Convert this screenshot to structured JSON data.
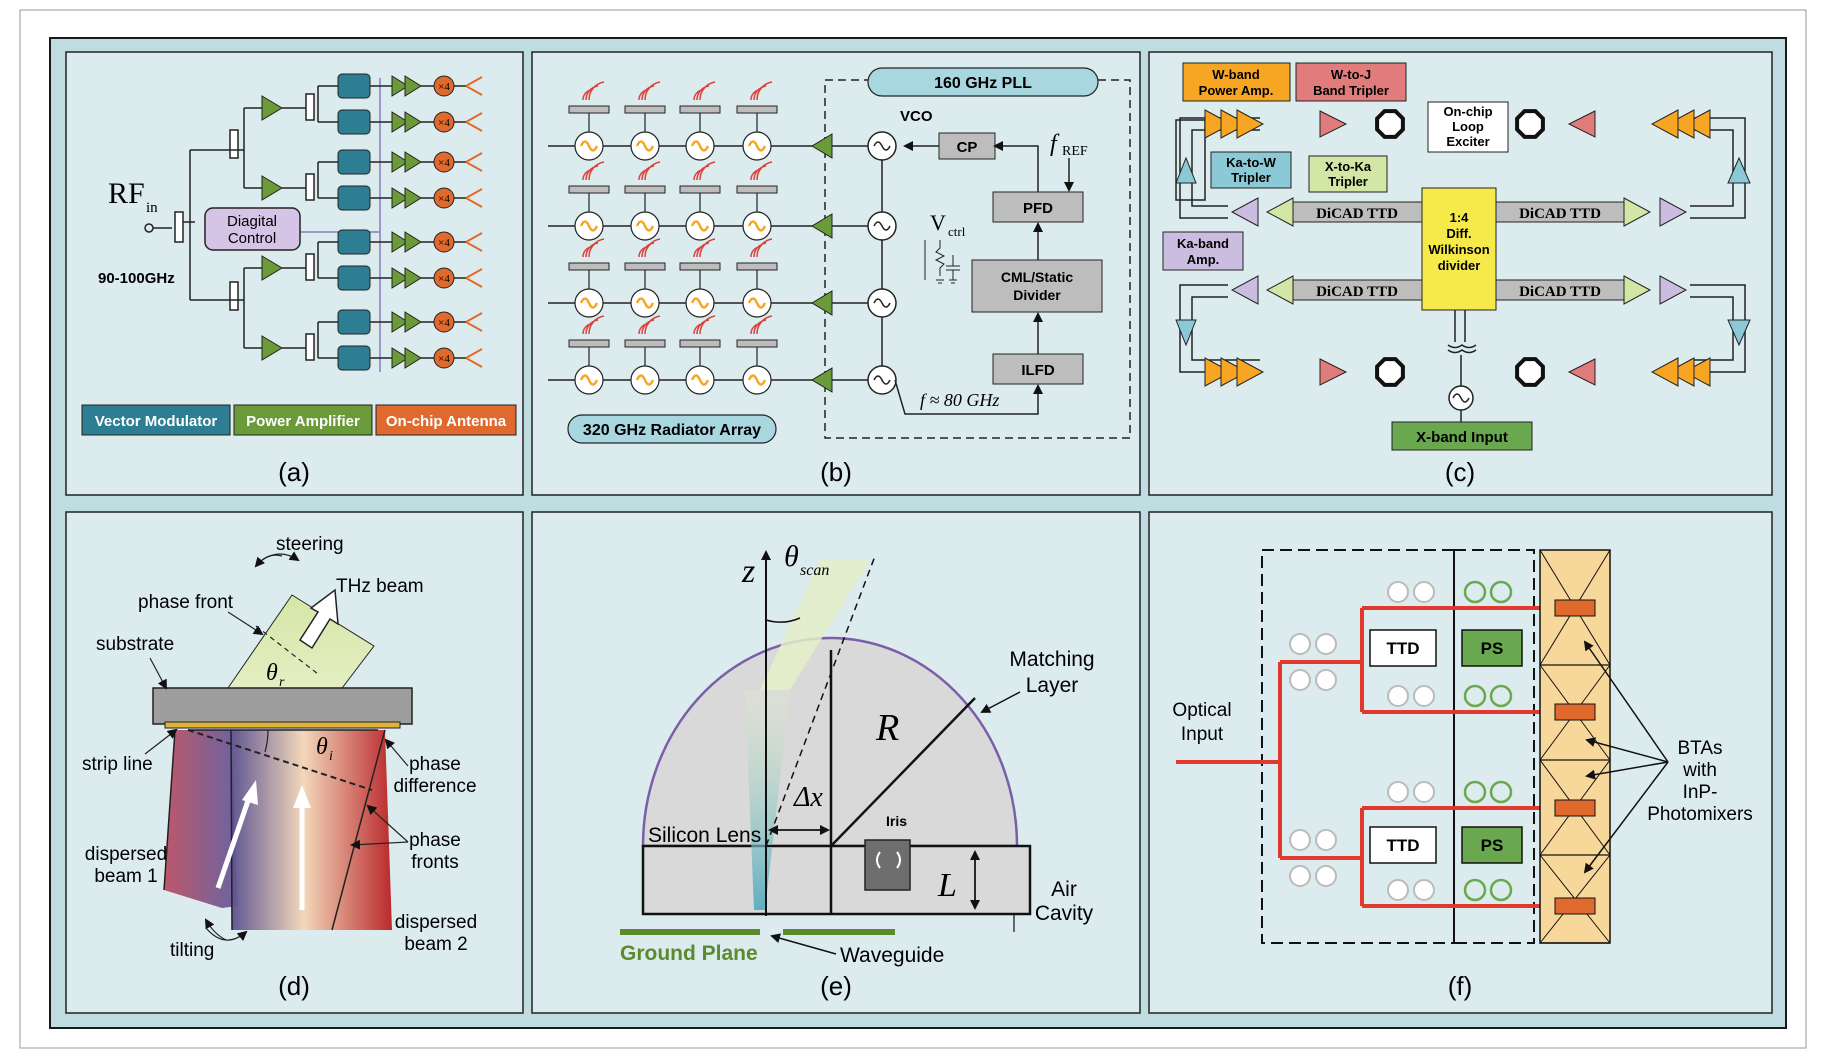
{
  "panels": {
    "a": {
      "caption": "(a)",
      "rf_in": "RF",
      "rf_sub": "in",
      "freq": "90-100GHz",
      "control": [
        "Diagital",
        "Control"
      ],
      "mult": "×4",
      "legend": [
        "Vector Modulator",
        "Power Amplifier",
        "On-chip Antenna"
      ]
    },
    "b": {
      "caption": "(b)",
      "pll": "160 GHz PLL",
      "vco": "VCO",
      "cp": "CP",
      "fref": "f",
      "fref_sub": "REF",
      "pfd": "PFD",
      "vctrl": "V",
      "vctrl_sub": "ctrl",
      "divider": [
        "CML/Static",
        "Divider"
      ],
      "ilfd": "ILFD",
      "f80": "f ≈ 80 GHz",
      "array": "320 GHz Radiator Array"
    },
    "c": {
      "caption": "(c)",
      "wband": [
        "W-band",
        "Power Amp."
      ],
      "wtoj": [
        "W-to-J",
        "Band Tripler"
      ],
      "loop": [
        "On-chip",
        "Loop",
        "Exciter"
      ],
      "katow": [
        "Ka-to-W",
        "Tripler"
      ],
      "xtoka": [
        "X-to-Ka",
        "Tripler"
      ],
      "kaamp": [
        "Ka-band",
        "Amp."
      ],
      "ttd": "DiCAD TTD",
      "wilk": [
        "1:4",
        "Diff.",
        "Wilkinson",
        "divider"
      ],
      "xin": "X-band Input"
    },
    "d": {
      "caption": "(d)",
      "steering": "steering",
      "thz": "THz beam",
      "phase_front": "phase front",
      "substrate": "substrate",
      "theta_r": "θ",
      "theta_r_sub": "r",
      "theta_i": "θ",
      "theta_i_sub": "i",
      "strip": "strip line",
      "phase_diff": [
        "phase",
        "difference"
      ],
      "phase_fronts": [
        "phase",
        "fronts"
      ],
      "beam1": [
        "dispersed",
        "beam 1"
      ],
      "beam2": [
        "dispersed",
        "beam 2"
      ],
      "tilting": "tilting"
    },
    "e": {
      "caption": "(e)",
      "z": "z",
      "theta": "θ",
      "theta_sub": "scan",
      "matching": [
        "Matching",
        "Layer"
      ],
      "r": "R",
      "dx": "Δx",
      "lens": "Silicon Lens",
      "iris": "Iris",
      "l": "L",
      "air": [
        "Air",
        "Cavity"
      ],
      "ground": "Ground Plane",
      "waveguide": "Waveguide"
    },
    "f": {
      "caption": "(f)",
      "optical": [
        "Optical",
        "Input"
      ],
      "ttd": "TTD",
      "ps": "PS",
      "btas": [
        "BTAs",
        "with",
        "InP-",
        "Photomixers"
      ]
    }
  },
  "colors": {
    "panel_bg": "#dcecee",
    "outer_bg": "#bfdde1",
    "vm": "#2e7e93",
    "pa": "#6b9a3a",
    "ant": "#e06a2e",
    "pll": "#a9d7e0",
    "grey": "#bdbdbd",
    "orange": "#f6a623",
    "red_amp": "#e07c7c",
    "ka_blue": "#8cc9d6",
    "green_light": "#d2e6a6",
    "lavender": "#cbbde0",
    "yellow": "#f6e94a",
    "xband": "#6aa84f",
    "optical": "#e03a2f",
    "bta": "#f8d89a"
  }
}
